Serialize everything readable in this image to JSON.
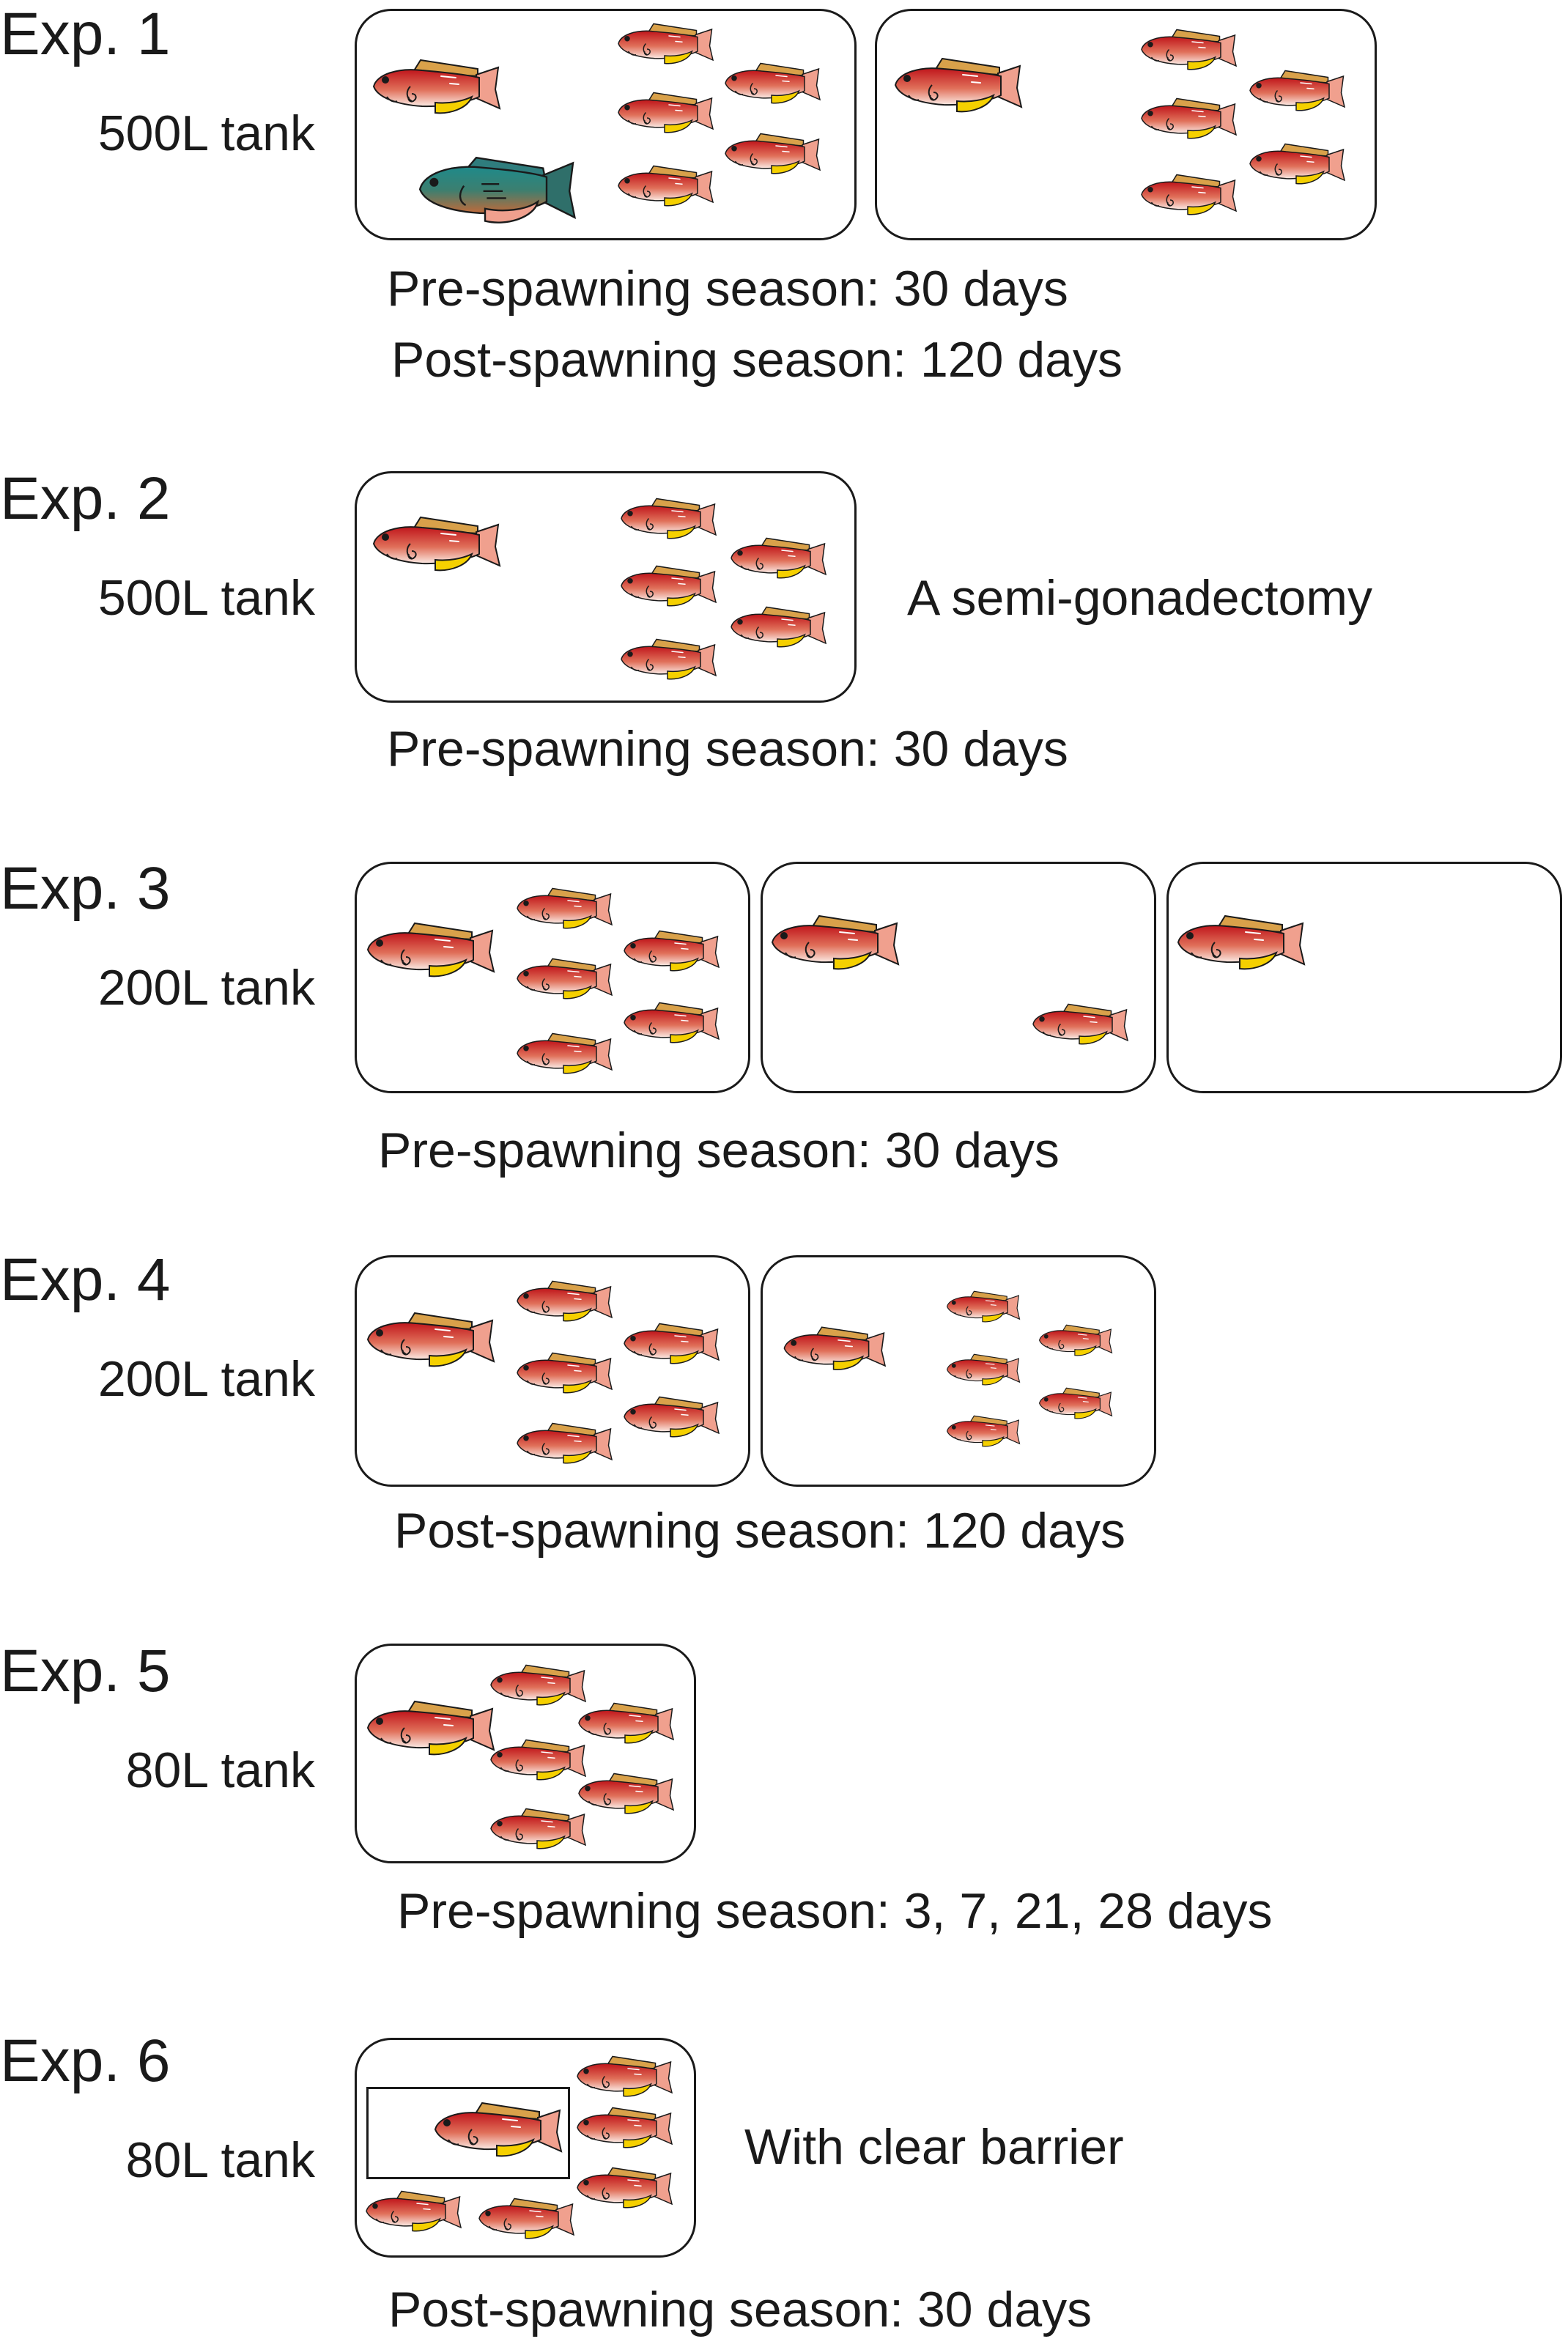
{
  "experiments": [
    {
      "label": "Exp. 1",
      "tank": "500L tank",
      "captions": [
        "Pre-spawning season: 30 days",
        "Post-spawning season: 120 days"
      ],
      "tanks": [
        {
          "fish": [
            {
              "kind": "female",
              "size": "large"
            },
            {
              "kind": "male",
              "size": "large"
            },
            {
              "kind": "female",
              "size": "small",
              "count": 5
            }
          ]
        },
        {
          "fish": [
            {
              "kind": "female",
              "size": "large"
            },
            {
              "kind": "female",
              "size": "small",
              "count": 5
            }
          ]
        }
      ]
    },
    {
      "label": "Exp. 2",
      "tank": "500L tank",
      "note": "A semi-gonadectomy",
      "captions": [
        "Pre-spawning season: 30 days"
      ],
      "tanks": [
        {
          "fish": [
            {
              "kind": "female",
              "size": "large"
            },
            {
              "kind": "female",
              "size": "small",
              "count": 5
            }
          ]
        }
      ]
    },
    {
      "label": "Exp. 3",
      "tank": "200L tank",
      "captions": [
        "Pre-spawning season: 30 days"
      ],
      "tanks": [
        {
          "fish": [
            {
              "kind": "female",
              "size": "large"
            },
            {
              "kind": "female",
              "size": "small",
              "count": 5
            }
          ]
        },
        {
          "fish": [
            {
              "kind": "female",
              "size": "large"
            },
            {
              "kind": "female",
              "size": "small",
              "count": 1
            }
          ]
        },
        {
          "fish": [
            {
              "kind": "female",
              "size": "large"
            }
          ]
        }
      ]
    },
    {
      "label": "Exp. 4",
      "tank": "200L tank",
      "captions": [
        "Post-spawning season: 120 days"
      ],
      "tanks": [
        {
          "fish": [
            {
              "kind": "female",
              "size": "large"
            },
            {
              "kind": "female",
              "size": "small",
              "count": 5
            }
          ]
        },
        {
          "fish": [
            {
              "kind": "female",
              "size": "medium"
            },
            {
              "kind": "female",
              "size": "tiny",
              "count": 5
            }
          ]
        }
      ]
    },
    {
      "label": "Exp. 5",
      "tank": "80L tank",
      "captions": [
        "Pre-spawning season: 3, 7, 21, 28 days"
      ],
      "tanks": [
        {
          "fish": [
            {
              "kind": "female",
              "size": "large"
            },
            {
              "kind": "female",
              "size": "small",
              "count": 5
            }
          ]
        }
      ]
    },
    {
      "label": "Exp. 6",
      "tank": "80L tank",
      "note": "With clear barrier",
      "captions": [
        "Post-spawning season: 30 days"
      ],
      "tanks": [
        {
          "barrier": true,
          "fish": [
            {
              "kind": "female",
              "size": "large"
            },
            {
              "kind": "female",
              "size": "small",
              "count": 5
            }
          ]
        }
      ]
    }
  ],
  "colors": {
    "female_body_dark": "#c0161c",
    "female_body_light": "#fbe9e3",
    "dorsal_fin": "#d9a14a",
    "fin_pink": "#f0a08e",
    "anal_fin": "#f5d000",
    "male_body_dark": "#1f8a8a",
    "male_body_light": "#c06a3a",
    "outline": "#1a1a1a"
  },
  "icons": [
    "female-fish-icon",
    "male-fish-icon"
  ]
}
